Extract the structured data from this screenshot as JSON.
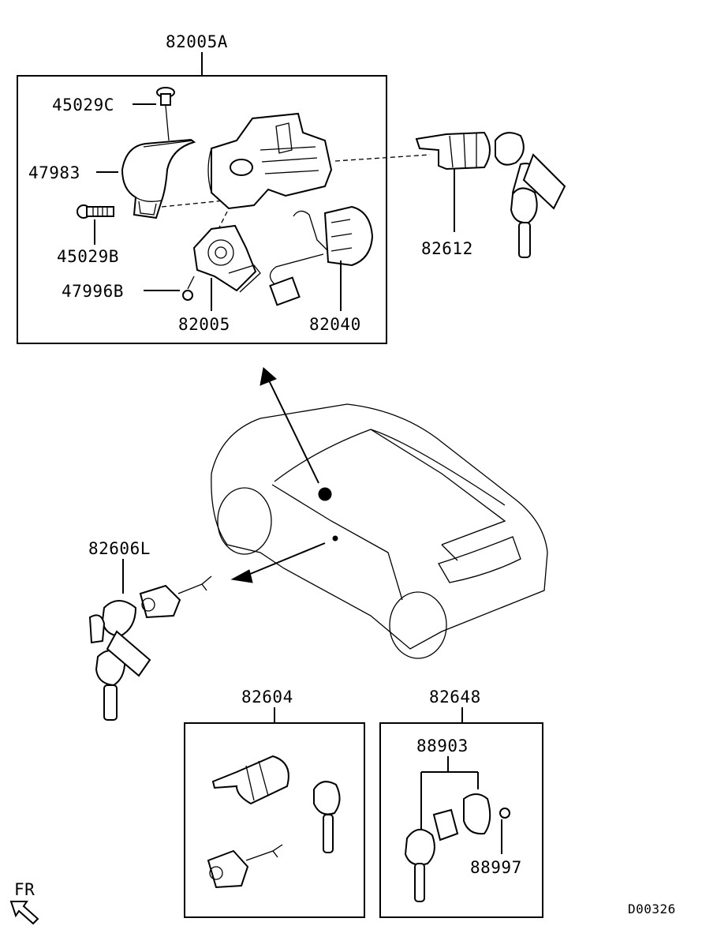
{
  "labels": {
    "top_assembly": "82005A",
    "screw_top": "45029C",
    "cover": "47983",
    "screw_small": "45029B",
    "screw_tap": "47996B",
    "switch": "82005",
    "immobilizer": "82040",
    "cylinder_top": "82612",
    "door_lock": "82606L",
    "lock_set": "82604",
    "key_set": "82648",
    "key_parts": "88903",
    "key_screw": "88997",
    "direction": "FR",
    "diagram_code": "D00326"
  }
}
